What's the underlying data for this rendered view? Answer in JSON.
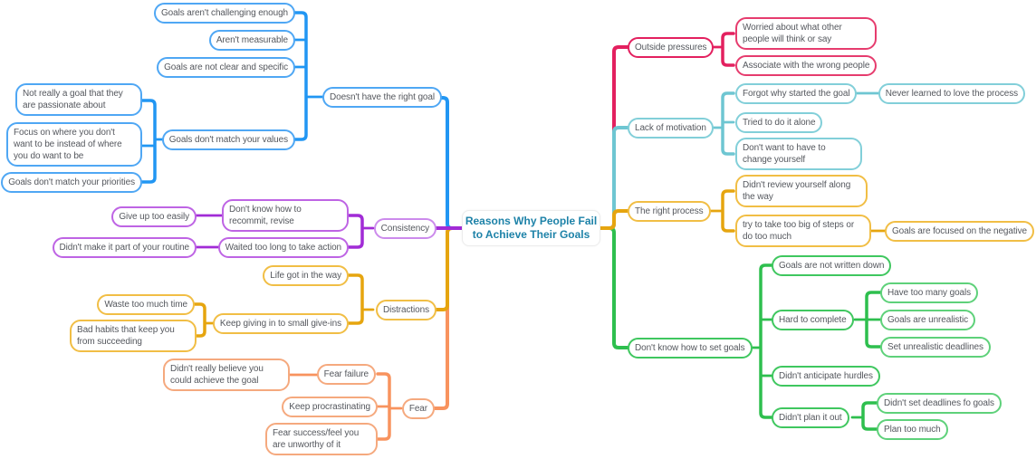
{
  "palette": {
    "blue": {
      "line": "#2196F3",
      "node": "#4FA7F4"
    },
    "purple": {
      "line": "#A12BD6",
      "node": "#BE64E4",
      "branch": "#CC8BEC"
    },
    "gold": {
      "line": "#E6A50F",
      "node": "#F1BE45"
    },
    "orange": {
      "line": "#F8935E",
      "node": "#F5A97E"
    },
    "red": {
      "line": "#E3205F",
      "node": "#E63C6E"
    },
    "cyan": {
      "line": "#6EC6D2",
      "node": "#82CFD9"
    },
    "green": {
      "line": "#2EBF4E",
      "node": "#5ED17A",
      "branch": "#3FC75F"
    },
    "title_text": "#1D82A8",
    "title_border": "#ECECEC",
    "node_text": "#55585E"
  },
  "map": {
    "center": "Reasons Why People Fail to Achieve Their Goals",
    "left": [
      {
        "label": "Doesn't have the right goal",
        "color": "blue",
        "children": [
          {
            "label": "Goals aren't challenging enough"
          },
          {
            "label": "Aren't measurable"
          },
          {
            "label": "Goals are not clear and specific"
          },
          {
            "label": "Goals don't match your values",
            "children": [
              {
                "label": "Not really a goal that they are passionate about"
              },
              {
                "label": "Focus on where you don't want to be instead of where you do want to be"
              },
              {
                "label": "Goals don't match your priorities"
              }
            ]
          }
        ]
      },
      {
        "label": "Consistency",
        "color": "purple",
        "children": [
          {
            "label": "Don't know how to recommit, revise",
            "children": [
              {
                "label": "Give up too easily"
              }
            ]
          },
          {
            "label": "Waited too long to take action",
            "children": [
              {
                "label": "Didn't make it part of your routine"
              }
            ]
          }
        ]
      },
      {
        "label": "Distractions",
        "color": "gold",
        "children": [
          {
            "label": "Life got in the way"
          },
          {
            "label": "Keep giving in to small give-ins",
            "children": [
              {
                "label": "Waste too much time"
              },
              {
                "label": "Bad habits that keep you from succeeding"
              }
            ]
          }
        ]
      },
      {
        "label": "Fear",
        "color": "orange",
        "children": [
          {
            "label": "Fear failure",
            "children": [
              {
                "label": "Didn't really believe you could achieve the goal"
              }
            ]
          },
          {
            "label": "Keep procrastinating"
          },
          {
            "label": "Fear success/feel you are unworthy of it"
          }
        ]
      }
    ],
    "right": [
      {
        "label": "Outside pressures",
        "color": "red",
        "children": [
          {
            "label": "Worried about what other people will think or say"
          },
          {
            "label": "Associate with the wrong people"
          }
        ]
      },
      {
        "label": "Lack of motivation",
        "color": "cyan",
        "children": [
          {
            "label": "Forgot why started the goal",
            "children": [
              {
                "label": "Never learned to love the process"
              }
            ]
          },
          {
            "label": "Tried to do it alone"
          },
          {
            "label": "Don't want to have to change yourself"
          }
        ]
      },
      {
        "label": "The right process",
        "color": "gold",
        "children": [
          {
            "label": "Didn't review yourself along the way"
          },
          {
            "label": "try to take too big of steps or do too much",
            "children": [
              {
                "label": "Goals are focused on the negative"
              }
            ]
          }
        ]
      },
      {
        "label": "Don't know how to set goals",
        "color": "green",
        "children": [
          {
            "label": "Goals are not written down"
          },
          {
            "label": "Hard to complete",
            "children": [
              {
                "label": "Have too many goals"
              },
              {
                "label": "Goals are unrealistic"
              },
              {
                "label": "Set unrealistic deadlines"
              }
            ]
          },
          {
            "label": "Didn't anticipate hurdles"
          },
          {
            "label": "Didn't plan it out",
            "children": [
              {
                "label": "Didn't set deadlines fo goals"
              },
              {
                "label": "Plan too much"
              }
            ]
          }
        ]
      }
    ]
  }
}
